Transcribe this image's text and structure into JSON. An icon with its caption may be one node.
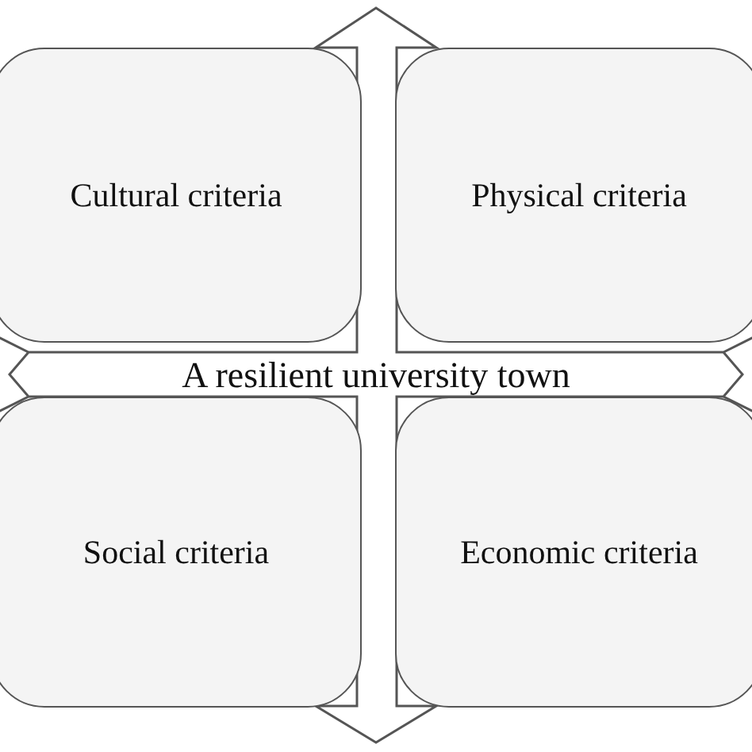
{
  "diagram": {
    "nodes": [
      {
        "text": [
          "Cultural criteria"
        ]
      },
      {
        "text": [
          "Physical criteria"
        ]
      },
      {
        "text": [
          "A resilient university town"
        ]
      },
      {
        "text": [
          "Social criteria"
        ]
      },
      {
        "text": [
          "Economic criteria"
        ]
      }
    ]
  }
}
